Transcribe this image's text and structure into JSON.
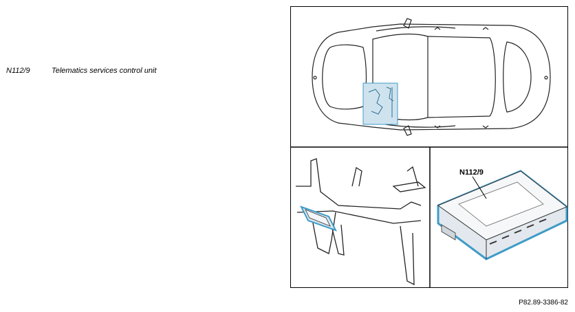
{
  "legend": {
    "code": "N112/9",
    "description": "Telematics services control unit"
  },
  "figure": {
    "callout_label": "N112/9",
    "figure_id": "P82.89-3386-82",
    "highlight_color": "#3f9bc8",
    "highlight_fill": "#cfe3ee"
  }
}
